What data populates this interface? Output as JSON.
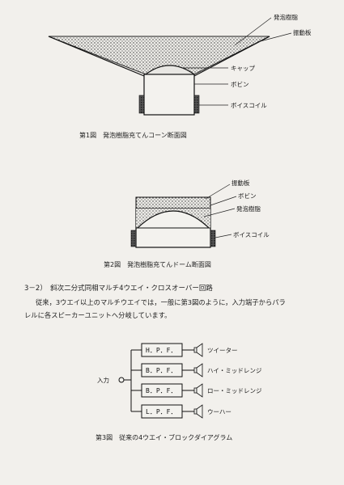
{
  "figure1": {
    "caption": "第1図　発泡樹脂充てんコーン断面図",
    "labels": {
      "foam": "発泡樹脂",
      "diaphragm": "振動板",
      "cap": "キャップ",
      "bobbin": "ボビン",
      "voice_coil": "ボイスコイル"
    }
  },
  "figure2": {
    "caption": "第2図　発泡樹脂充てんドーム断面図",
    "labels": {
      "diaphragm": "振動板",
      "bobbin": "ボビン",
      "foam": "発泡樹脂",
      "voice_coil": "ボイスコイル"
    }
  },
  "section": {
    "heading": "3－2）　斜次二分式同相マルチ4ウエイ・クロスオーバー回路",
    "paragraph_line1": "従来，3ウエイ以上のマルチウエイでは，一般に第3図のように，入力端子からパラ",
    "paragraph_line2": "レルに各スピーカーユニットへ分岐しています。"
  },
  "figure3": {
    "caption": "第3図　従来の4ウエイ・ブロックダイアグラム",
    "input_label": "入力",
    "filters": [
      {
        "name": "H．P．F．",
        "speaker": "ツイーター"
      },
      {
        "name": "B．P．F．",
        "speaker": "ハイ・ミッドレンジ"
      },
      {
        "name": "B．P．F．",
        "speaker": "ロー・ミッドレンジ"
      },
      {
        "name": "L．P．F．",
        "speaker": "ウーハー"
      }
    ]
  }
}
